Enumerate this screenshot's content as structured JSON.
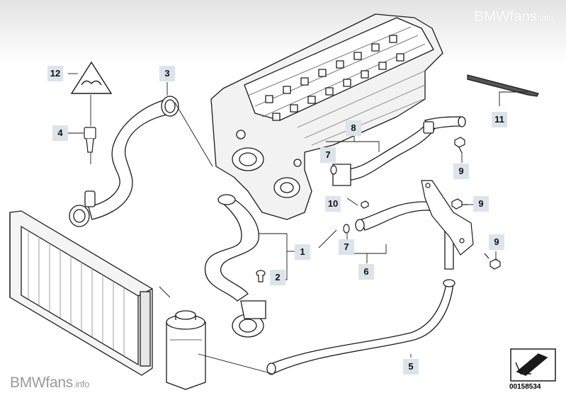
{
  "watermark_top": {
    "brand": "BMWfans",
    "suffix": ".info"
  },
  "watermark_bottom": {
    "brand": "BMWfans",
    "suffix": ".info"
  },
  "callouts": {
    "c1": "1",
    "c2": "2",
    "c3": "3",
    "c4": "4",
    "c5": "5",
    "c6": "6",
    "c7a": "7",
    "c7b": "7",
    "c8": "8",
    "c9a": "9",
    "c9b": "9",
    "c9c": "9",
    "c10": "10",
    "c11": "11",
    "c12": "12"
  },
  "diagram_number": "00158534",
  "colors": {
    "line": "#1a1a1a",
    "callout_bg": "#dde3ea",
    "part_fill": "#ffffff",
    "shade": "#d6d6d6"
  }
}
